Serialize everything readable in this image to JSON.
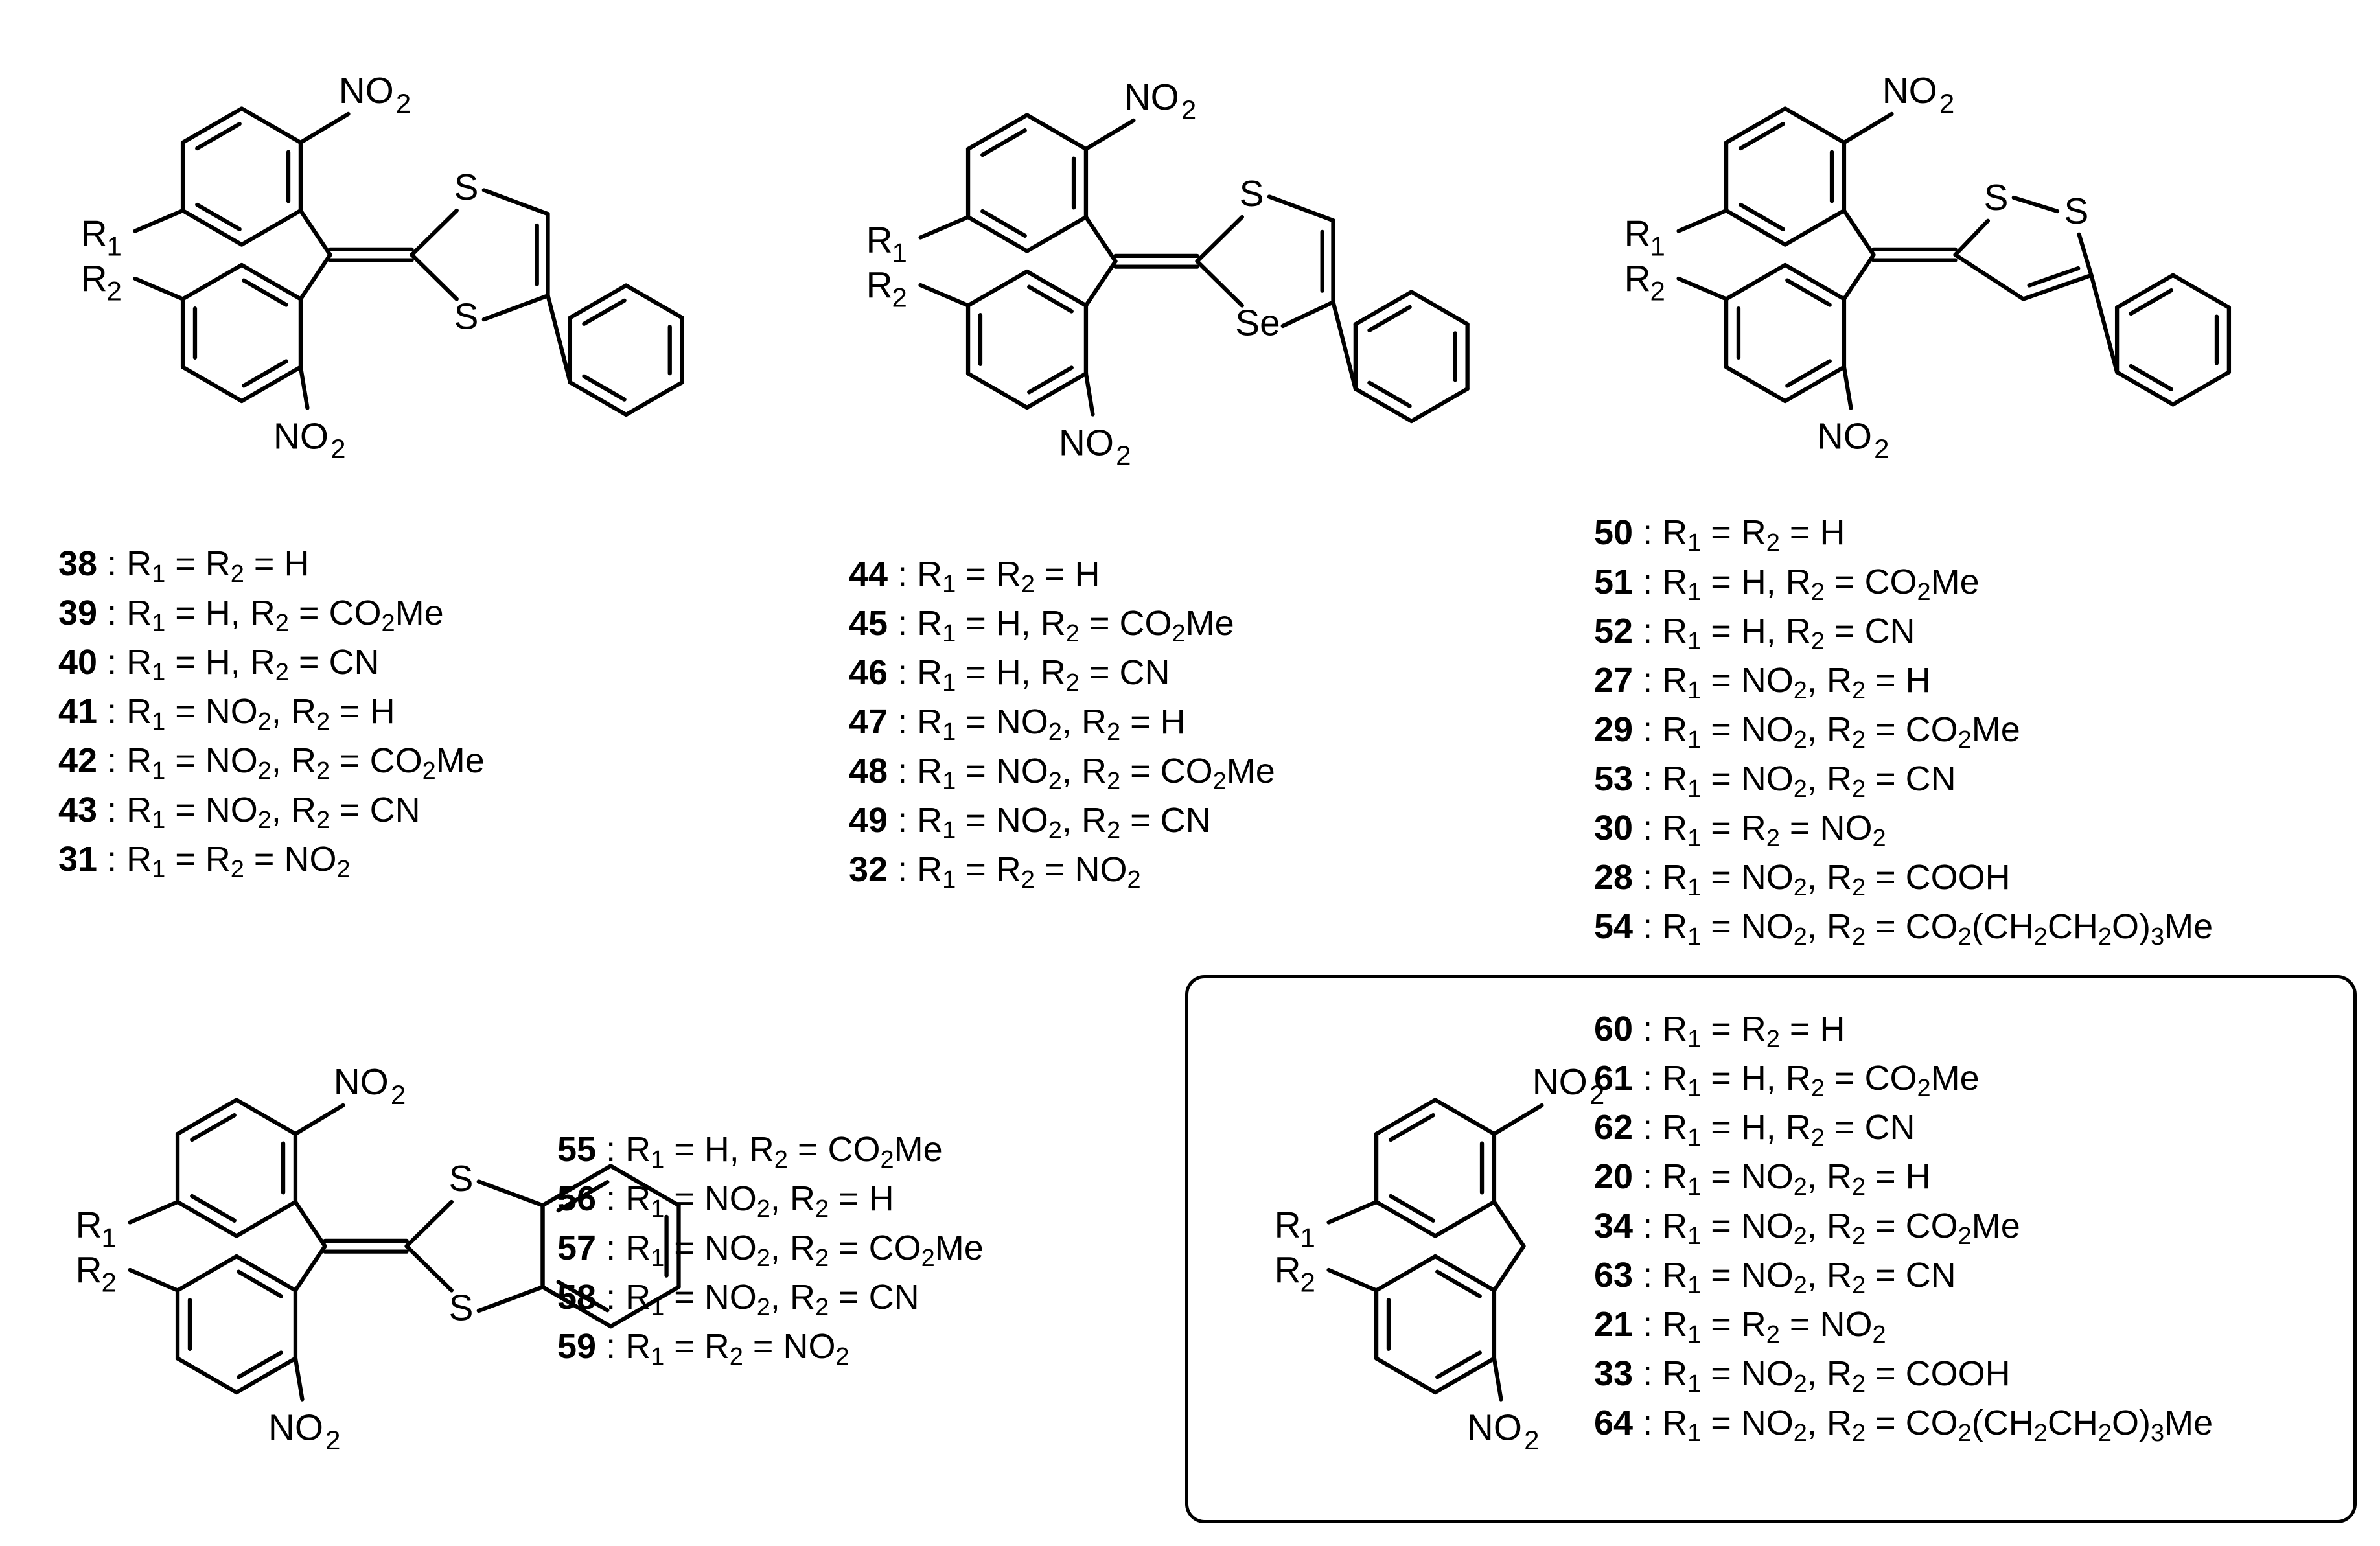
{
  "atom_labels": {
    "nitro": "NO",
    "nitro_sub": "2",
    "r": "R",
    "r1_sub": "1",
    "r2_sub": "2",
    "s": "S",
    "se": "Se"
  },
  "groups": {
    "dithiole": [
      {
        "num": "38",
        "r1": "H",
        "r1_sub": "",
        "r2": "H",
        "r2_sub": "",
        "r2_tail": "",
        "form": "equal"
      },
      {
        "num": "39",
        "r1": "H",
        "r1_sub": "",
        "r2": "CO",
        "r2_sub": "2",
        "r2_tail": "Me",
        "form": "pair"
      },
      {
        "num": "40",
        "r1": "H",
        "r1_sub": "",
        "r2": "CN",
        "r2_sub": "",
        "r2_tail": "",
        "form": "pair"
      },
      {
        "num": "41",
        "r1": "NO",
        "r1_sub": "2",
        "r2": "H",
        "r2_sub": "",
        "r2_tail": "",
        "form": "pair"
      },
      {
        "num": "42",
        "r1": "NO",
        "r1_sub": "2",
        "r2": "CO",
        "r2_sub": "2",
        "r2_tail": "Me",
        "form": "pair"
      },
      {
        "num": "43",
        "r1": "NO",
        "r1_sub": "2",
        "r2": "CN",
        "r2_sub": "",
        "r2_tail": "",
        "form": "pair"
      },
      {
        "num": "31",
        "r1": "NO",
        "r1_sub": "2",
        "r2": "NO",
        "r2_sub": "2",
        "r2_tail": "",
        "form": "equal"
      }
    ],
    "thiaselenole": [
      {
        "num": "44",
        "r1": "H",
        "r1_sub": "",
        "r2": "H",
        "r2_sub": "",
        "r2_tail": "",
        "form": "equal"
      },
      {
        "num": "45",
        "r1": "H",
        "r1_sub": "",
        "r2": "CO",
        "r2_sub": "2",
        "r2_tail": "Me",
        "form": "pair"
      },
      {
        "num": "46",
        "r1": "H",
        "r1_sub": "",
        "r2": "CN",
        "r2_sub": "",
        "r2_tail": "",
        "form": "pair"
      },
      {
        "num": "47",
        "r1": "NO",
        "r1_sub": "2",
        "r2": "H",
        "r2_sub": "",
        "r2_tail": "",
        "form": "pair"
      },
      {
        "num": "48",
        "r1": "NO",
        "r1_sub": "2",
        "r2": "CO",
        "r2_sub": "2",
        "r2_tail": "Me",
        "form": "pair"
      },
      {
        "num": "49",
        "r1": "NO",
        "r1_sub": "2",
        "r2": "CN",
        "r2_sub": "",
        "r2_tail": "",
        "form": "pair"
      },
      {
        "num": "32",
        "r1": "NO",
        "r1_sub": "2",
        "r2": "NO",
        "r2_sub": "2",
        "r2_tail": "",
        "form": "equal"
      }
    ],
    "dithiole_12": [
      {
        "num": "50",
        "r1": "H",
        "r1_sub": "",
        "r2": "H",
        "r2_sub": "",
        "r2_tail": "",
        "form": "equal"
      },
      {
        "num": "51",
        "r1": "H",
        "r1_sub": "",
        "r2": "CO",
        "r2_sub": "2",
        "r2_tail": "Me",
        "form": "pair"
      },
      {
        "num": "52",
        "r1": "H",
        "r1_sub": "",
        "r2": "CN",
        "r2_sub": "",
        "r2_tail": "",
        "form": "pair"
      },
      {
        "num": "27",
        "r1": "NO",
        "r1_sub": "2",
        "r2": "H",
        "r2_sub": "",
        "r2_tail": "",
        "form": "pair"
      },
      {
        "num": "29",
        "r1": "NO",
        "r1_sub": "2",
        "r2": "CO",
        "r2_sub": "2",
        "r2_tail": "Me",
        "form": "pair"
      },
      {
        "num": "53",
        "r1": "NO",
        "r1_sub": "2",
        "r2": "CN",
        "r2_sub": "",
        "r2_tail": "",
        "form": "pair"
      },
      {
        "num": "30",
        "r1": "NO",
        "r1_sub": "2",
        "r2": "NO",
        "r2_sub": "2",
        "r2_tail": "",
        "form": "equal"
      },
      {
        "num": "28",
        "r1": "NO",
        "r1_sub": "2",
        "r2": "COOH",
        "r2_sub": "",
        "r2_tail": "",
        "form": "pair"
      },
      {
        "num": "54",
        "r1": "NO",
        "r1_sub": "2",
        "r2": "CO",
        "r2_sub": "2",
        "r2_tail": "(CH2CH2O)3Me",
        "form": "peg"
      }
    ],
    "benzodithiole": [
      {
        "num": "55",
        "r1": "H",
        "r1_sub": "",
        "r2": "CO",
        "r2_sub": "2",
        "r2_tail": "Me",
        "form": "pair"
      },
      {
        "num": "56",
        "r1": "NO",
        "r1_sub": "2",
        "r2": "H",
        "r2_sub": "",
        "r2_tail": "",
        "form": "pair"
      },
      {
        "num": "57",
        "r1": "NO",
        "r1_sub": "2",
        "r2": "CO",
        "r2_sub": "2",
        "r2_tail": "Me",
        "form": "pair"
      },
      {
        "num": "58",
        "r1": "NO",
        "r1_sub": "2",
        "r2": "CN",
        "r2_sub": "",
        "r2_tail": "",
        "form": "pair"
      },
      {
        "num": "59",
        "r1": "NO",
        "r1_sub": "2",
        "r2": "NO",
        "r2_sub": "2",
        "r2_tail": "",
        "form": "equal"
      }
    ],
    "fluorene": [
      {
        "num": "60",
        "r1": "H",
        "r1_sub": "",
        "r2": "H",
        "r2_sub": "",
        "r2_tail": "",
        "form": "equal"
      },
      {
        "num": "61",
        "r1": "H",
        "r1_sub": "",
        "r2": "CO",
        "r2_sub": "2",
        "r2_tail": "Me",
        "form": "pair"
      },
      {
        "num": "62",
        "r1": "H",
        "r1_sub": "",
        "r2": "CN",
        "r2_sub": "",
        "r2_tail": "",
        "form": "pair"
      },
      {
        "num": "20",
        "r1": "NO",
        "r1_sub": "2",
        "r2": "H",
        "r2_sub": "",
        "r2_tail": "",
        "form": "pair"
      },
      {
        "num": "34",
        "r1": "NO",
        "r1_sub": "2",
        "r2": "CO",
        "r2_sub": "2",
        "r2_tail": "Me",
        "form": "pair"
      },
      {
        "num": "63",
        "r1": "NO",
        "r1_sub": "2",
        "r2": "CN",
        "r2_sub": "",
        "r2_tail": "",
        "form": "pair"
      },
      {
        "num": "21",
        "r1": "NO",
        "r1_sub": "2",
        "r2": "NO",
        "r2_sub": "2",
        "r2_tail": "",
        "form": "equal"
      },
      {
        "num": "33",
        "r1": "NO",
        "r1_sub": "2",
        "r2": "COOH",
        "r2_sub": "",
        "r2_tail": "",
        "form": "pair"
      },
      {
        "num": "64",
        "r1": "NO",
        "r1_sub": "2",
        "r2": "CO",
        "r2_sub": "2",
        "r2_tail": "(CH2CH2O)3Me",
        "form": "peg"
      }
    ]
  }
}
